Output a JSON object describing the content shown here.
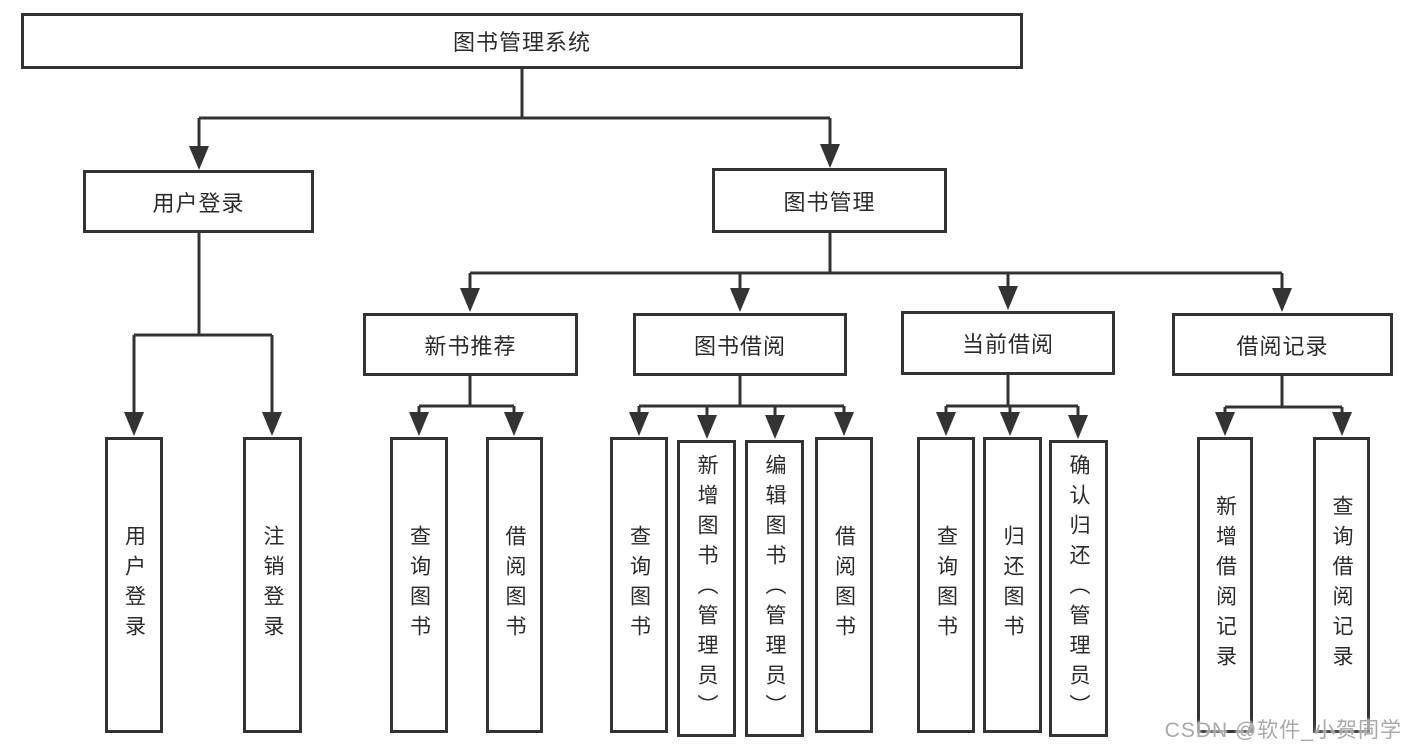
{
  "diagram": {
    "root": {
      "label": "图书管理系统",
      "children": [
        {
          "label": "用户登录",
          "children": [
            {
              "label": "用户登录"
            },
            {
              "label": "注销登录"
            }
          ]
        },
        {
          "label": "图书管理",
          "children": [
            {
              "label": "新书推荐",
              "children": [
                {
                  "label": "查询图书"
                },
                {
                  "label": "借阅图书"
                }
              ]
            },
            {
              "label": "图书借阅",
              "children": [
                {
                  "label": "查询图书"
                },
                {
                  "label": "新增图书（管理员）"
                },
                {
                  "label": "编辑图书（管理员）"
                },
                {
                  "label": "借阅图书"
                }
              ]
            },
            {
              "label": "当前借阅",
              "children": [
                {
                  "label": "查询图书"
                },
                {
                  "label": "归还图书"
                },
                {
                  "label": "确认归还（管理员）"
                }
              ]
            },
            {
              "label": "借阅记录",
              "children": [
                {
                  "label": "新增借阅记录"
                },
                {
                  "label": "查询借阅记录"
                }
              ]
            }
          ]
        }
      ]
    }
  },
  "watermark": {
    "text": "CSDN @软件_小贺同学"
  },
  "colors": {
    "line": "#333333",
    "text": "#2b2b2b",
    "background": "#ffffff",
    "watermark": "#a8a8a8"
  }
}
